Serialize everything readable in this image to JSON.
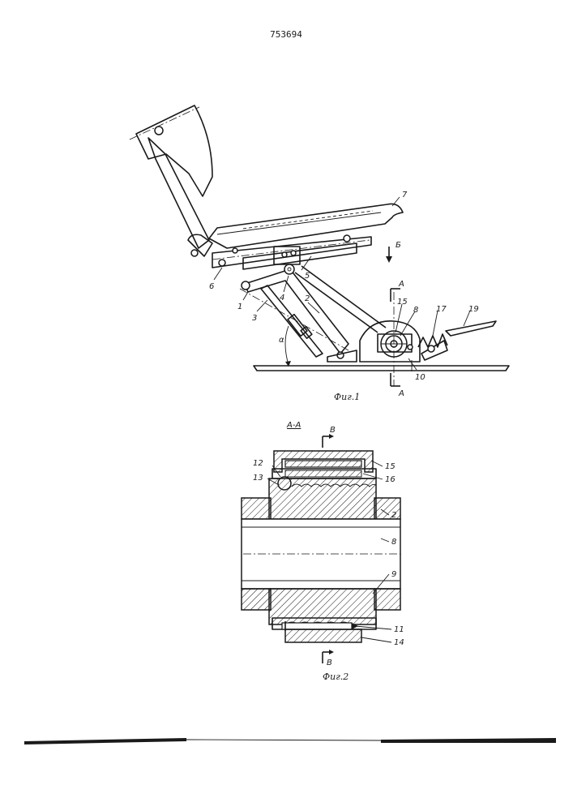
{
  "patent_number": "753694",
  "fig1": {
    "caption": "Фиг.1",
    "section_mark": "А",
    "arrow_label": "Б",
    "angle_label": "α",
    "labels": [
      "7",
      "6",
      "4",
      "5",
      "1",
      "3",
      "2",
      "15",
      "8",
      "17",
      "19",
      "10"
    ]
  },
  "fig2": {
    "caption": "Фиг.2",
    "section_title": "А-А",
    "view_mark": "В",
    "labels": [
      "12",
      "13",
      "15",
      "16",
      "2",
      "8",
      "9",
      "11",
      "14"
    ]
  },
  "colors": {
    "ink": "#1a1a1a",
    "paper": "#ffffff"
  }
}
